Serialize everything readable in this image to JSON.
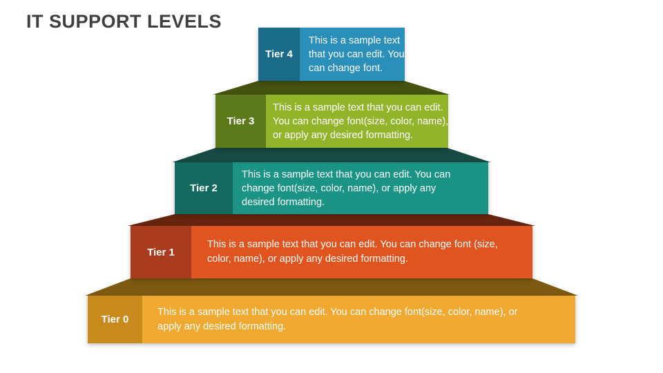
{
  "title": "IT SUPPORT LEVELS",
  "colors": {
    "title_text": "#3f3f3f",
    "background": "#ffffff",
    "tier_text": "#ffffff"
  },
  "tiers": [
    {
      "id": "tier-4",
      "label": "Tier 4",
      "text": "This is a sample text\nthat you can edit. You\ncan change font.",
      "colors": {
        "label": "#1a6b88",
        "body": "#2a90ba",
        "roof": null
      }
    },
    {
      "id": "tier-3",
      "label": "Tier 3",
      "text": "This is a sample text that you can edit.\nYou can change font(size, color, name),\nor apply any desired formatting.",
      "colors": {
        "label": "#5c7a1c",
        "body": "#92b42b",
        "roof": "#46520f"
      }
    },
    {
      "id": "tier-2",
      "label": "Tier 2",
      "text": "This is a sample text that you can edit. You can\nchange font(size, color, name), or apply any\ndesired formatting.",
      "colors": {
        "label": "#156a60",
        "body": "#1b9486",
        "roof": "#164a42"
      }
    },
    {
      "id": "tier-1",
      "label": "Tier 1",
      "text": "This is a sample text that you can edit. You can change font (size,\ncolor, name), or apply any desired formatting.",
      "colors": {
        "label": "#a83c1c",
        "body": "#e0551f",
        "roof": "#67250f"
      }
    },
    {
      "id": "tier-0",
      "label": "Tier 0",
      "text": "This is a sample text that you can edit. You can change font(size, color, name), or\napply any desired formatting.",
      "colors": {
        "label": "#c8891d",
        "body": "#f0a930",
        "roof": "#7d5a12"
      }
    }
  ]
}
